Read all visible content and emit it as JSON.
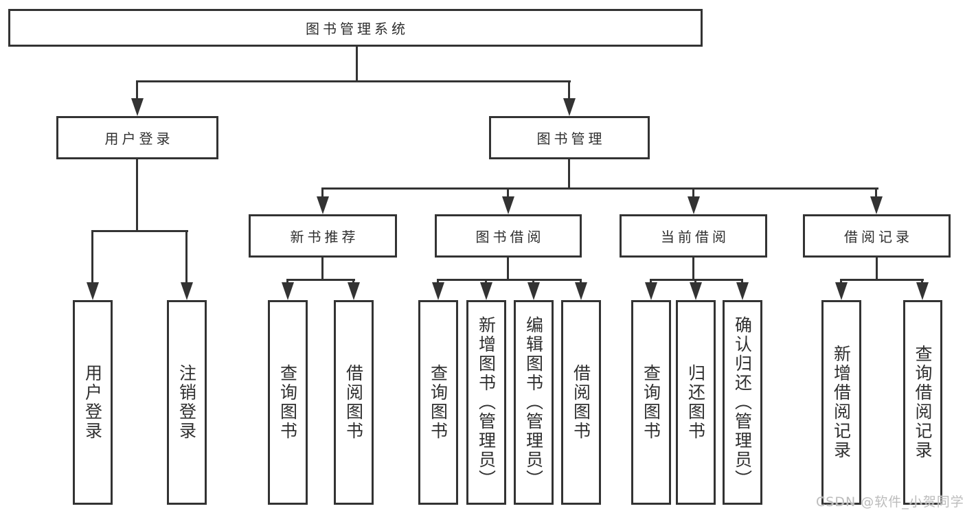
{
  "tree": {
    "root": "图书管理系统",
    "children": [
      {
        "label": "用户登录",
        "children": [
          {
            "label": "用户登录"
          },
          {
            "label": "注销登录"
          }
        ]
      },
      {
        "label": "图书管理",
        "children": [
          {
            "label": "新书推荐",
            "children": [
              {
                "label": "查询图书"
              },
              {
                "label": "借阅图书"
              }
            ]
          },
          {
            "label": "图书借阅",
            "children": [
              {
                "label": "查询图书"
              },
              {
                "label": "新增图书（管理员）"
              },
              {
                "label": "编辑图书（管理员）"
              },
              {
                "label": "借阅图书"
              }
            ]
          },
          {
            "label": "当前借阅",
            "children": [
              {
                "label": "查询图书"
              },
              {
                "label": "归还图书"
              },
              {
                "label": "确认归还（管理员）"
              }
            ]
          },
          {
            "label": "借阅记录",
            "children": [
              {
                "label": "新增借阅记录"
              },
              {
                "label": "查询借阅记录"
              }
            ]
          }
        ]
      }
    ]
  },
  "watermark": {
    "text": "CSDN @软件_小贺同学"
  },
  "colors": {
    "line": "#333333",
    "text": "#2f2f2f",
    "watermark": "#bcbcbc",
    "background": "#ffffff"
  }
}
